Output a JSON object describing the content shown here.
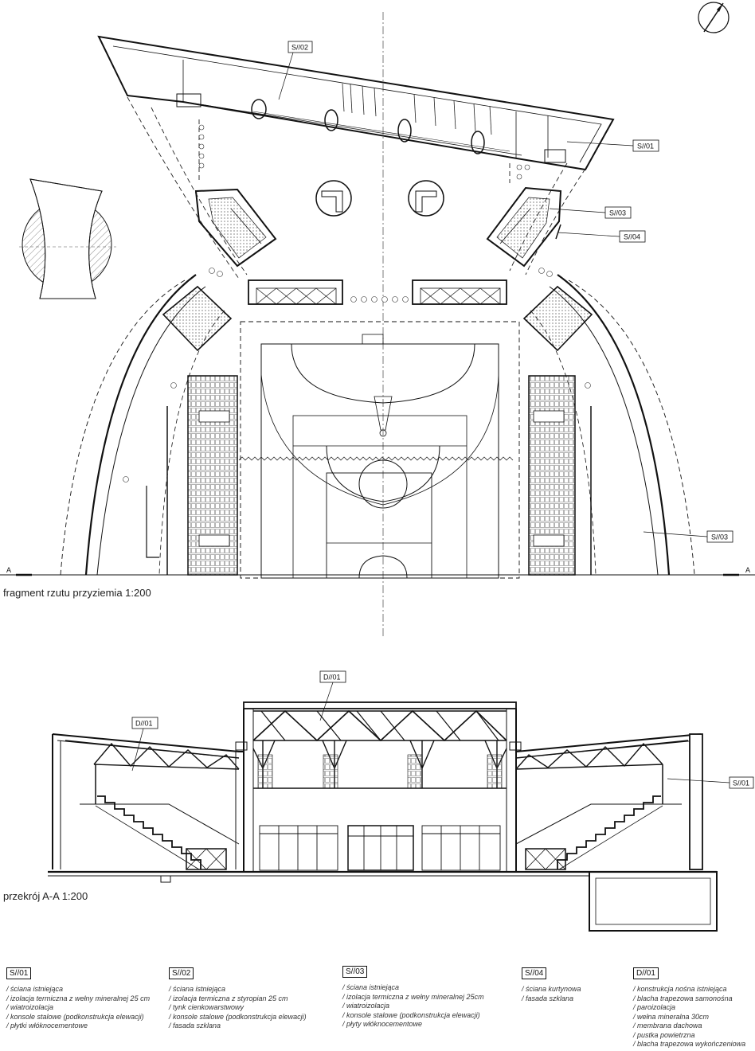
{
  "captions": {
    "plan": "fragment rzutu przyziemia 1:200",
    "section": "przekrój A-A 1:200"
  },
  "plan_tags": {
    "s02": "S//02",
    "s01": "S//01",
    "s03_upper": "S//03",
    "s04": "S//04",
    "s03_lower": "S//03",
    "cut_left": "A",
    "cut_right": "A"
  },
  "section_tags": {
    "d01_center": "D//01",
    "d01_left": "D//01",
    "s01_right": "S//01"
  },
  "legend": [
    {
      "code": "S//01",
      "items": [
        "/ ściana istniejąca",
        "/ izolacja termiczna z wełny mineralnej 25 cm",
        "/ wiatroizolacja",
        "/ konsole stalowe (podkonstrukcja elewacji)",
        "/ płytki włóknocementowe"
      ]
    },
    {
      "code": "S//02",
      "items": [
        "/ ściana istniejąca",
        "/ izolacja termiczna z styropian 25 cm",
        "/ tynk cienkowarstwowy",
        "/ konsole stalowe (podkonstrukcja elewacji)",
        "/ fasada szklana"
      ]
    },
    {
      "code": "S//03",
      "items": [
        "/ ściana istniejąca",
        "/ izolacja termiczna z wełny mineralnej 25cm",
        "/ wiatroizolacja",
        "/ konsole stalowe (podkonstrukcja elewacji)",
        "/ płyty włóknocementowe"
      ]
    },
    {
      "code": "S//04",
      "items": [
        "/ ściana kurtynowa",
        "/ fasada szklana"
      ]
    },
    {
      "code": "D//01",
      "items": [
        "/ konstrukcja nośna istniejąca",
        "/ blacha trapezowa samonośna",
        "/ paroizolacja",
        "/ wełna mineralna 30cm",
        "/ membrana dachowa",
        "/ pustka powietrzna",
        "/ blacha trapezowa wykończeniowa"
      ]
    }
  ]
}
